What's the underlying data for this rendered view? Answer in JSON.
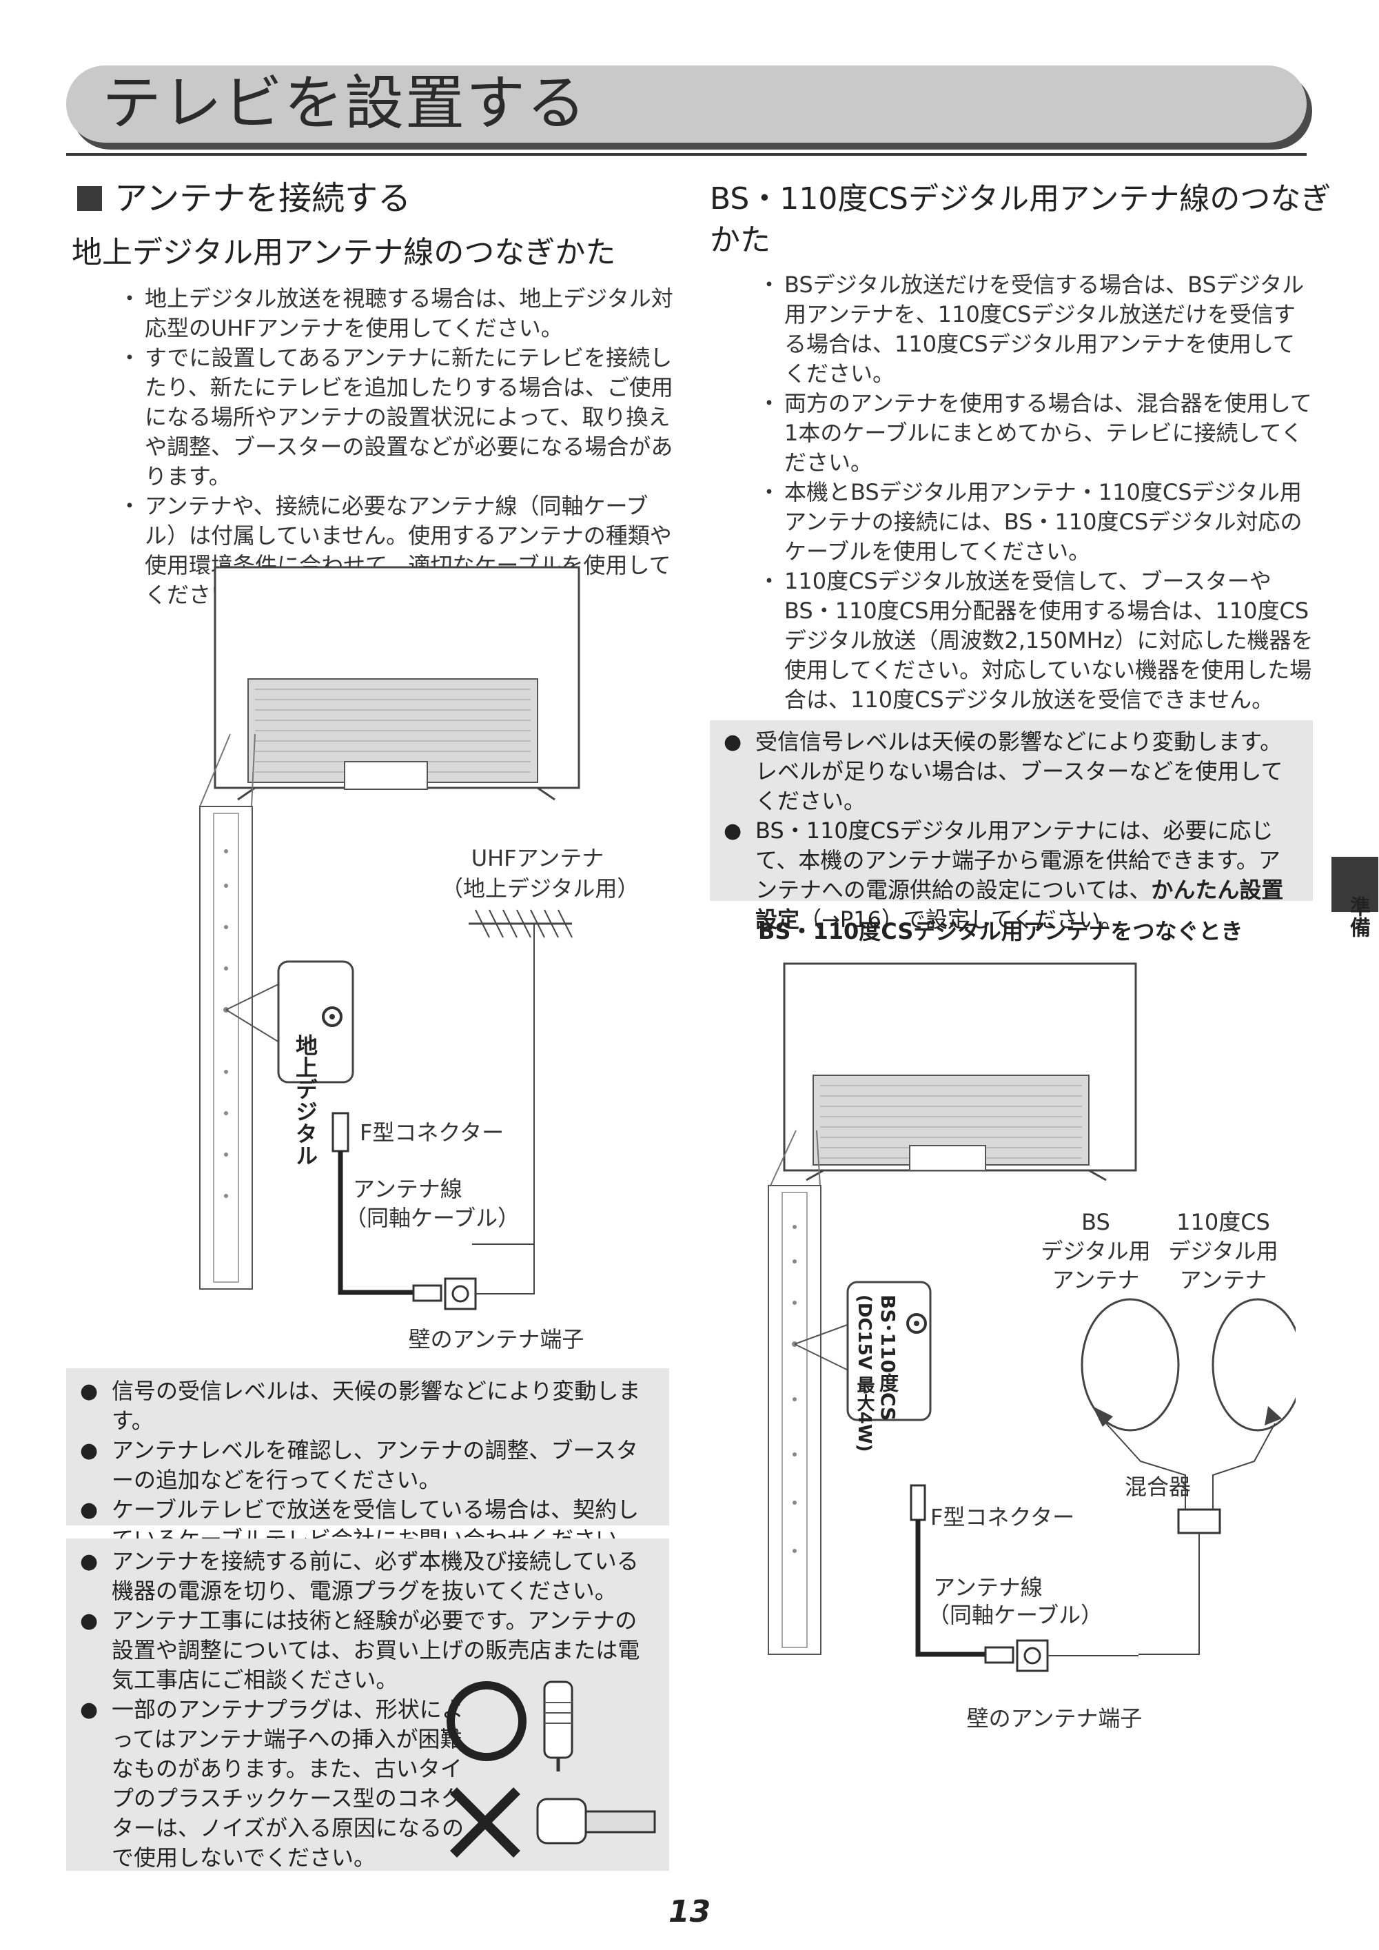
{
  "header": {
    "title": "テレビを設置する"
  },
  "left": {
    "section_title": "アンテナを接続する",
    "sub_title": "地上デジタル用アンテナ線のつなぎかた",
    "bullets": [
      "地上デジタル放送を視聴する場合は、地上デジタル対応型のUHFアンテナを使用してください。",
      "すでに設置してあるアンテナに新たにテレビを接続したり、新たにテレビを追加したりする場合は、ご使用になる場所やアンテナの設置状況によって、取り換えや調整、ブースターの設置などが必要になる場合があります。",
      "アンテナや、接続に必要なアンテナ線（同軸ケーブル）は付属していません。使用するアンテナの種類や使用環境条件に合わせて、適切なケーブルを使用してください。"
    ],
    "diagram": {
      "antenna_label_1": "UHFアンテナ",
      "antenna_label_2": "（地上デジタル用）",
      "terminal_callout": "地上デジタル",
      "connector_label": "F型コネクター",
      "cable_label_1": "アンテナ線",
      "cable_label_2": "（同軸ケーブル）",
      "wall_label": "壁のアンテナ端子"
    },
    "note1": [
      "信号の受信レベルは、天候の影響などにより変動します。",
      "アンテナレベルを確認し、アンテナの調整、ブースターの追加などを行ってください。",
      "ケーブルテレビで放送を受信している場合は、契約しているケーブルテレビ会社にお問い合わせください。"
    ],
    "note2": [
      "アンテナを接続する前に、必ず本機及び接続している機器の電源を切り、電源プラグを抜いてください。",
      "アンテナ工事には技術と経験が必要です。アンテナの設置や調整については、お買い上げの販売店または電気工事店にご相談ください。",
      "一部のアンテナプラグは、形状によってはアンテナ端子への挿入が困難なものがあります。また、古いタイプのプラスチックケース型のコネクターは、ノイズが入る原因になるので使用しないでください。"
    ]
  },
  "right": {
    "sub_title_1": "BS・110度CSデジタル用アンテナ線のつなぎ",
    "sub_title_2": "かた",
    "bullets": [
      "BSデジタル放送だけを受信する場合は、BSデジタル用アンテナを、110度CSデジタル放送だけを受信する場合は、110度CSデジタル用アンテナを使用してください。",
      "両方のアンテナを使用する場合は、混合器を使用して1本のケーブルにまとめてから、テレビに接続してください。",
      "本機とBSデジタル用アンテナ・110度CSデジタル用アンテナの接続には、BS・110度CSデジタル対応のケーブルを使用してください。",
      "110度CSデジタル放送を受信して、ブースターやBS・110度CS用分配器を使用する場合は、110度CSデジタル放送（周波数2,150MHz）に対応した機器を使用してください。対応していない機器を使用した場合は、110度CSデジタル放送を受信できません。"
    ],
    "note_1": "受信信号レベルは天候の影響などにより変動します。レベルが足りない場合は、ブースターなどを使用してください。",
    "note_2_a": "BS・110度CSデジタル用アンテナには、必要に応じて、本機のアンテナ端子から電源を供給できます。アンテナへの電源供給の設定については、",
    "note_2_bold": "かんたん設置設定",
    "note_2_b": "（→P16）で設定してください。",
    "diagram_title": "BS・110度CSデジタル用アンテナをつなぐとき",
    "diagram": {
      "bs_label_1": "BS",
      "bs_label_2": "デジタル用",
      "bs_label_3": "アンテナ",
      "cs_label_1": "110度CS",
      "cs_label_2": "デジタル用",
      "cs_label_3": "アンテナ",
      "terminal_callout_1": "BS･110度CS",
      "terminal_callout_2": "(DC15V 最大4W)",
      "mixer_label": "混合器",
      "connector_label": "F型コネクター",
      "cable_label_1": "アンテナ線",
      "cable_label_2": "（同軸ケーブル）",
      "wall_label": "壁のアンテナ端子"
    }
  },
  "side_tab": "準備",
  "page_number": "13"
}
